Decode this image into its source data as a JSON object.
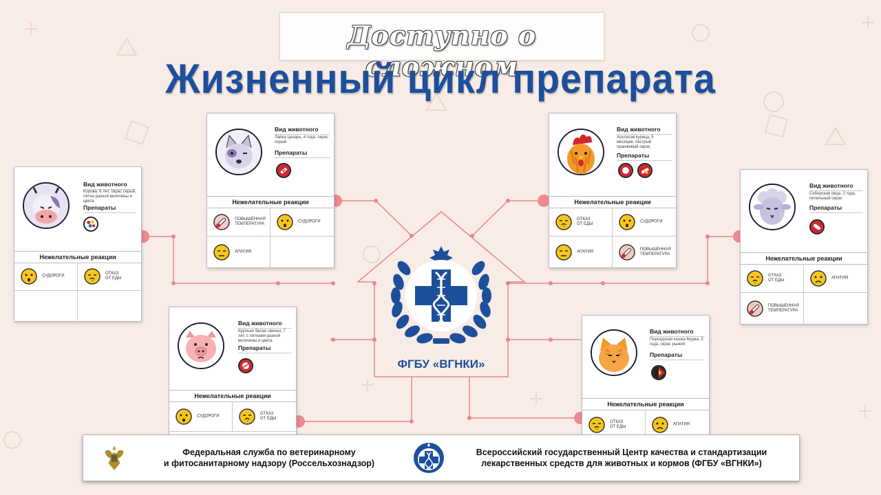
{
  "header": {
    "subtitle": "Доступно о сложном",
    "title": "Жизненный цикл препарата"
  },
  "center_logo": {
    "org": "ФГБУ «ВГНКИ»",
    "brand_color": "#1d4f9c"
  },
  "colors": {
    "connector": "#e8868a",
    "title": "#1d4f9c",
    "emoji": "#f7c61a",
    "drug_red": "#d32630"
  },
  "card_labels": {
    "animal": "Вид животного",
    "drugs": "Препараты",
    "reactions": "Нежелательные реакции"
  },
  "cards": {
    "cow": {
      "animal_desc": "Корова, 6 лет, окрас серый, пятна разной величины и цвета",
      "avatar_icon": "cow-icon",
      "drugs": [
        "multicolor-pills-icon"
      ],
      "reactions": [
        {
          "label": "СУДОРОГИ",
          "emotion": "shocked"
        },
        {
          "label": "ОТКАЗ\nОТ ЕДЫ",
          "emotion": "sick"
        },
        {
          "label": "",
          "emotion": ""
        },
        {
          "label": "",
          "emotion": ""
        }
      ]
    },
    "dog": {
      "animal_desc": "Лайка Цезарь, 4 года, окрас серый",
      "avatar_icon": "husky-dog-icon",
      "drugs": [
        "syringe-icon"
      ],
      "reactions": [
        {
          "label": "ПОВЫШЕННАЯ\nТЕМПЕРАТУРА",
          "emotion": "thermometer"
        },
        {
          "label": "СУДОРОГИ",
          "emotion": "shocked"
        },
        {
          "label": "АПАТИЯ",
          "emotion": "apathy"
        },
        {
          "label": "",
          "emotion": ""
        }
      ]
    },
    "chicken": {
      "animal_desc": "Хохлатая курица, 5 месяцев, пестрый оранжевый окрас",
      "avatar_icon": "chicken-icon",
      "drugs": [
        "red-tablet-icon",
        "capsules-icon"
      ],
      "reactions": [
        {
          "label": "ОТКАЗ\nОТ ЕДЫ",
          "emotion": "sick"
        },
        {
          "label": "СУДОРОГИ",
          "emotion": "shocked"
        },
        {
          "label": "АПАТИЯ",
          "emotion": "apathy"
        },
        {
          "label": "ПОВЫШЕННАЯ\nТЕМПЕРАТУРА",
          "emotion": "thermometer"
        }
      ]
    },
    "sheep": {
      "animal_desc": "Сибирская овца, 2 года, пепельный окрас",
      "avatar_icon": "sheep-icon",
      "drugs": [
        "red-capsule-icon"
      ],
      "reactions": [
        {
          "label": "ОТКАЗ\nОТ ЕДЫ",
          "emotion": "sick"
        },
        {
          "label": "АПАТИЯ",
          "emotion": "sad"
        },
        {
          "label": "ПОВЫШЕННАЯ\nТЕМПЕРАТУРА",
          "emotion": "thermometer"
        },
        {
          "label": "",
          "emotion": ""
        }
      ]
    },
    "pig": {
      "animal_desc": "Крупная белая свинья, 7 лет, с пятнами разной величины и цвета",
      "avatar_icon": "pig-icon",
      "drugs": [
        "red-pill-icon"
      ],
      "reactions": [
        {
          "label": "СУДОРОГИ",
          "emotion": "shocked"
        },
        {
          "label": "ОТКАЗ\nОТ ЕДЫ",
          "emotion": "sick"
        }
      ]
    },
    "cat": {
      "animal_desc": "Персидская кошка Мурка, 3 года, окрас рыжий",
      "avatar_icon": "cat-icon",
      "drugs": [
        "color-pill-icon"
      ],
      "reactions": [
        {
          "label": "ОТКАЗ\nОТ ЕДЫ",
          "emotion": "sick"
        },
        {
          "label": "АПАТИЯ",
          "emotion": "sad"
        }
      ]
    }
  },
  "footer": {
    "left_text": "Федеральная служба по ветеринарному\nи фитосанитарному надзору (Россельхознадзор)",
    "right_text": "Всероссийский государственный Центр качества и стандартизации\nлекарственных средств для животных и кормов (ФГБУ «ВГНКИ»)",
    "left_logo": "double-headed-eagle-emblem-icon",
    "right_logo": "vgnki-emblem-icon"
  }
}
